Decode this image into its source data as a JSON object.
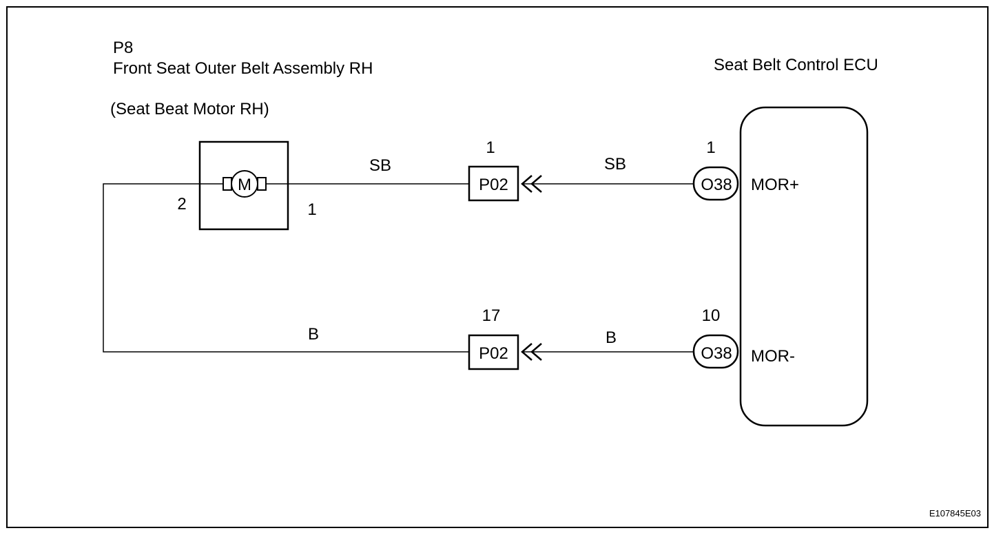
{
  "component": {
    "id": "P8",
    "name": "Front Seat Outer Belt Assembly RH",
    "subname": "(Seat Beat Motor RH)",
    "motor_symbol": "M",
    "pin_left": "2",
    "pin_right": "1"
  },
  "ecu": {
    "name": "Seat Belt Control ECU"
  },
  "circuits": [
    {
      "wire_color_left": "SB",
      "wire_color_right": "SB",
      "junction_connector": "P02",
      "junction_pin": "1",
      "ecu_connector": "O38",
      "ecu_pin": "1",
      "terminal": "MOR+"
    },
    {
      "wire_color_left": "B",
      "wire_color_right": "B",
      "junction_connector": "P02",
      "junction_pin": "17",
      "ecu_connector": "O38",
      "ecu_pin": "10",
      "terminal": "MOR-"
    }
  ],
  "figure_code": "E107845E03"
}
